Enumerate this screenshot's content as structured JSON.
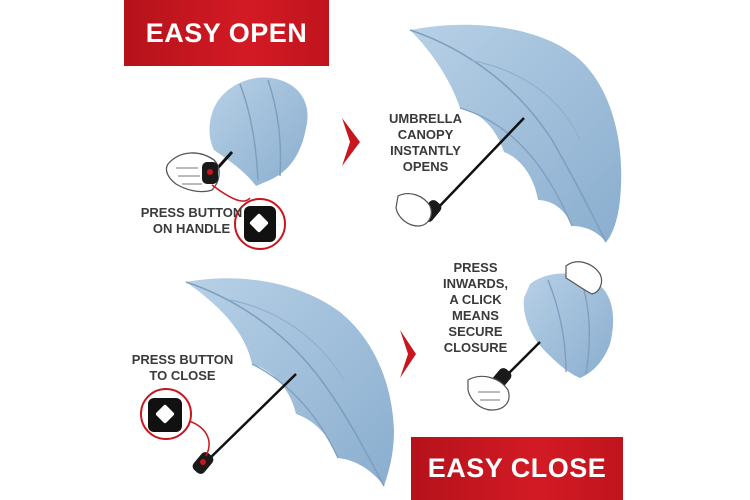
{
  "banners": {
    "easy_open": "EASY OPEN",
    "easy_close": "EASY CLOSE"
  },
  "captions": {
    "press_button_on_handle": "PRESS BUTTON\nON HANDLE",
    "umbrella_canopy_opens": "UMBRELLA\nCANOPY\nINSTANTLY\nOPENS",
    "press_button_to_close": "PRESS BUTTON\nTO CLOSE",
    "press_inwards": "PRESS\nINWARDS,\nA CLICK\nMEANS\nSECURE\nCLOSURE"
  },
  "colors": {
    "banner_red": "#c8161f",
    "canopy_blue": "#9dbcd8",
    "arrow_red": "#c8161f",
    "text_gray": "#3a3a3a"
  },
  "icons": [
    "closed-umbrella-icon",
    "open-umbrella-icon",
    "hand-icon",
    "arrow-right-icon",
    "handle-button-icon"
  ]
}
